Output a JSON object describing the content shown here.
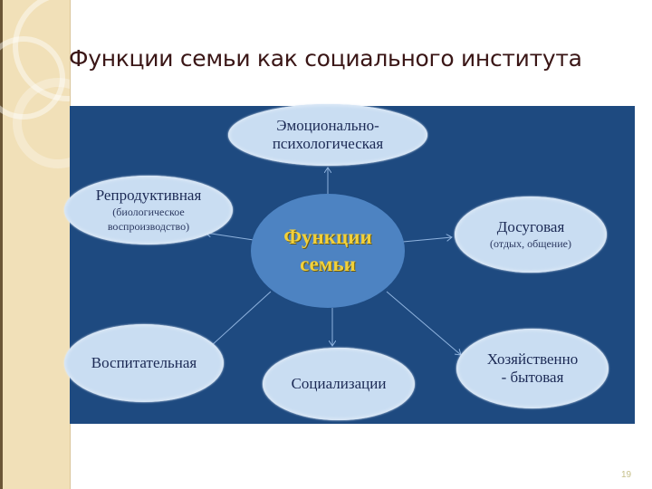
{
  "slide": {
    "title": "Функции семьи как социального института",
    "page_number": "19"
  },
  "diagram": {
    "center": {
      "line1": "Функции",
      "line2": "семьи"
    },
    "nodes": [
      {
        "id": "emotional",
        "main": "Эмоционально-",
        "main2": "психологическая"
      },
      {
        "id": "reproductive",
        "main": "Репродуктивная",
        "sub1": "(биологическое",
        "sub2": "воспроизводство)"
      },
      {
        "id": "leisure",
        "main": "Досуговая",
        "sub1": "(отдых, общение)"
      },
      {
        "id": "educational",
        "main": "Воспитательная"
      },
      {
        "id": "socialization",
        "main": "Социализации"
      },
      {
        "id": "household",
        "main": "Хозяйственно",
        "main2": "- бытовая"
      }
    ]
  },
  "colors": {
    "panel": "#1e4a80",
    "center_fill": "#4d83c2",
    "center_text": "#f2d13a",
    "node_fill": "#c9ddf2",
    "node_text": "#1c2a55",
    "title_text": "#3a1616",
    "side_strip": "#f1e0b8"
  }
}
